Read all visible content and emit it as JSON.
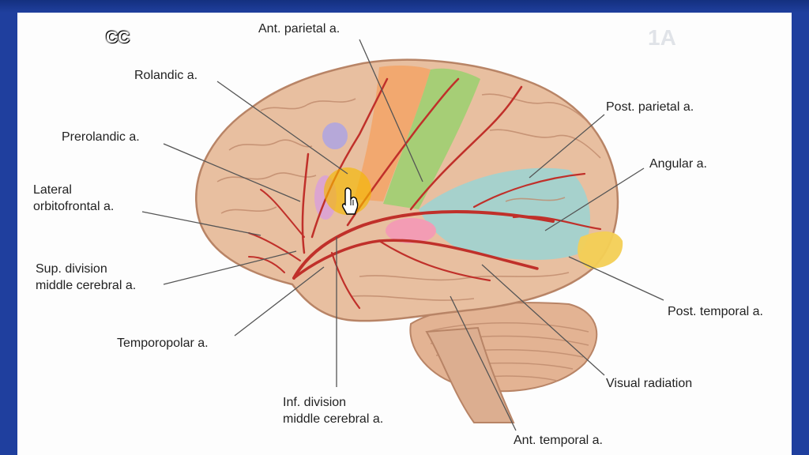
{
  "overlay": {
    "caption_badge": "CC"
  },
  "labels": {
    "ant_parietal": "Ant. parietal a.",
    "rolandic": "Rolandic a.",
    "prerolandic": "Prerolandic a.",
    "lateral_orbitofrontal": "Lateral\norbitofrontal a.",
    "sup_division": "Sup. division\nmiddle cerebral a.",
    "temporopolar": "Temporopolar a.",
    "inf_division": "Inf. division\nmiddle cerebral a.",
    "ant_temporal": "Ant. temporal a.",
    "post_parietal": "Post. parietal a.",
    "angular": "Angular a.",
    "post_temporal": "Post. temporal a.",
    "visual_radiation": "Visual radiation"
  },
  "colors": {
    "frame": "#1f3f9e",
    "canvas": "#fdfdfd",
    "brain": "#e8bfa0",
    "brain_shadow": "#c9957a",
    "artery": "#c0302a",
    "orange_territory": "#f2a66a",
    "green_territory": "#9fcf72",
    "teal_territory": "#9fd3cf",
    "yellow_territory": "#f3cf55",
    "pink_territory": "#f39ab5",
    "purple_territory": "#b3a6dc",
    "cursor_highlight": "#f5b800"
  },
  "icons": {
    "cursor": "hand-pointer-icon"
  }
}
